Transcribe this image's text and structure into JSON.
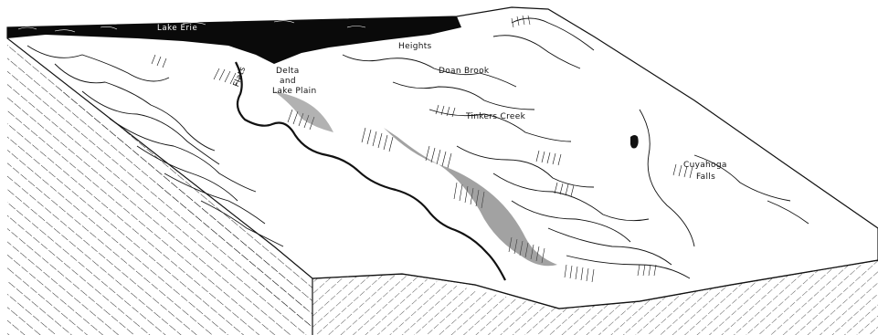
{
  "labels": {
    "lake": "Lake Erie",
    "heights": "Heights",
    "delta": "Delta",
    "and": "and",
    "lake_plain": "Lake Plain",
    "flats": "Flats",
    "doan_brook": "Doan Brook",
    "tinkers_creek": "Tinkers Creek",
    "cuyahoga": "Cuyahoga",
    "falls": "Falls"
  },
  "colors": {
    "ink": "#111111",
    "paper": "#ffffff",
    "lake": "#0a0a0a"
  }
}
